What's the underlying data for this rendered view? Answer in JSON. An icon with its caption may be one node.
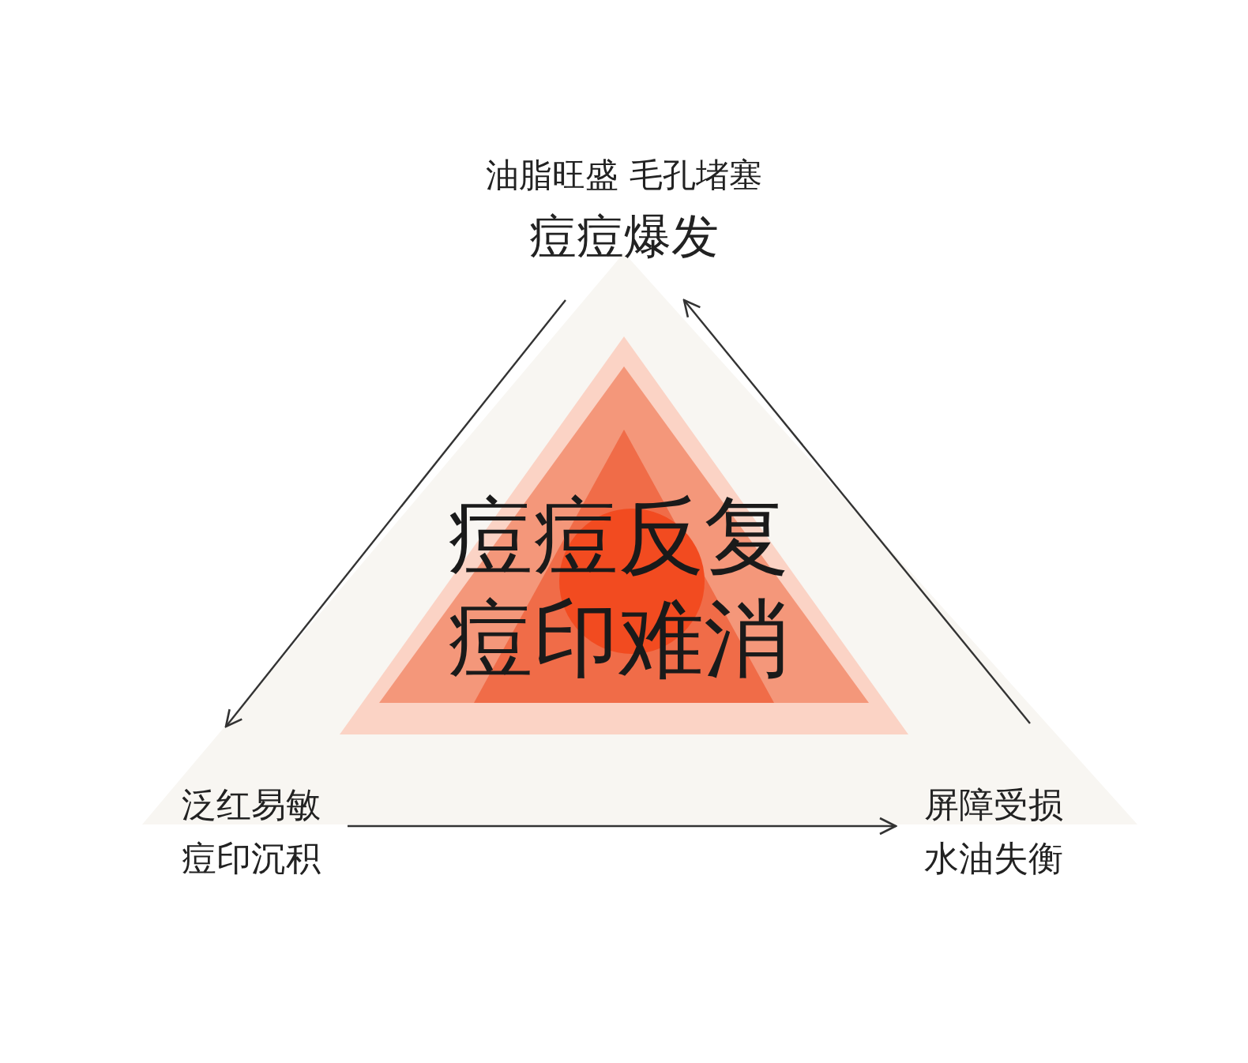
{
  "diagram": {
    "nodes": [
      {
        "text": [
          "油脂旺盛 毛孔堵塞",
          "痘痘爆发"
        ]
      },
      {
        "text": [
          "泛红易敏痘印沉积"
        ]
      },
      {
        "text": [
          "屏障受损水油失衡"
        ]
      },
      {
        "text": [
          "痘痘反复痘印难消"
        ]
      }
    ],
    "edges": [
      {
        "from": 0,
        "to": 1,
        "arrow": "to"
      },
      {
        "from": 1,
        "to": 2,
        "arrow": "to"
      },
      {
        "from": 2,
        "to": 0,
        "arrow": "to"
      }
    ]
  }
}
